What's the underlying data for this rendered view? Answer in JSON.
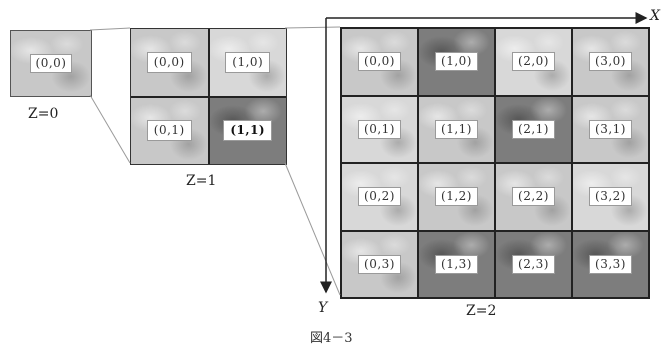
{
  "levels": [
    {
      "z_label": "Z=0",
      "tiles": [
        {
          "label": "(0,0)",
          "bold": false,
          "tone": "normal"
        }
      ]
    },
    {
      "z_label": "Z=1",
      "tiles": [
        {
          "label": "(0,0)",
          "bold": false,
          "tone": "normal"
        },
        {
          "label": "(1,0)",
          "bold": false,
          "tone": "light"
        },
        {
          "label": "(0,1)",
          "bold": false,
          "tone": "normal"
        },
        {
          "label": "(1,1)",
          "bold": true,
          "tone": "dark"
        }
      ]
    },
    {
      "z_label": "Z=2",
      "tiles": [
        {
          "label": "(0,0)",
          "bold": false,
          "tone": "normal"
        },
        {
          "label": "(1,0)",
          "bold": false,
          "tone": "dark"
        },
        {
          "label": "(2,0)",
          "bold": false,
          "tone": "light"
        },
        {
          "label": "(3,0)",
          "bold": false,
          "tone": "normal"
        },
        {
          "label": "(0,1)",
          "bold": false,
          "tone": "light"
        },
        {
          "label": "(1,1)",
          "bold": false,
          "tone": "normal"
        },
        {
          "label": "(2,1)",
          "bold": false,
          "tone": "dark"
        },
        {
          "label": "(3,1)",
          "bold": false,
          "tone": "normal"
        },
        {
          "label": "(0,2)",
          "bold": false,
          "tone": "light"
        },
        {
          "label": "(1,2)",
          "bold": false,
          "tone": "normal"
        },
        {
          "label": "(2,2)",
          "bold": false,
          "tone": "normal"
        },
        {
          "label": "(3,2)",
          "bold": false,
          "tone": "light"
        },
        {
          "label": "(0,3)",
          "bold": false,
          "tone": "normal"
        },
        {
          "label": "(1,3)",
          "bold": false,
          "tone": "dark"
        },
        {
          "label": "(2,3)",
          "bold": false,
          "tone": "dark"
        },
        {
          "label": "(3,3)",
          "bold": false,
          "tone": "dark"
        }
      ]
    }
  ],
  "axes": {
    "x_label": "X",
    "y_label": "Y"
  },
  "caption": "図4－3",
  "colors": {
    "axis": "#222222",
    "connector": "#9a9a9a",
    "tile_label_bg": "#ffffff"
  }
}
